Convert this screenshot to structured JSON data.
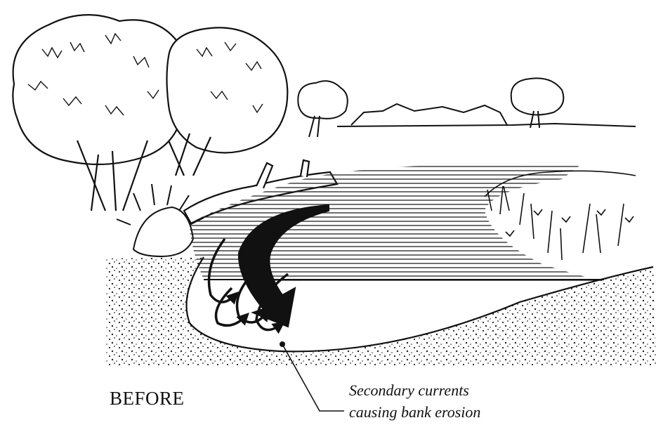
{
  "labels": {
    "before": "BEFORE",
    "caption_line1": "Secondary currents",
    "caption_line2": "causing bank erosion"
  },
  "icons": {
    "main_flow": "curved-flow-arrow-icon",
    "secondary_flow": "curl-arrow-icon"
  },
  "colors": {
    "ink": "#111111",
    "paper": "#ffffff"
  }
}
